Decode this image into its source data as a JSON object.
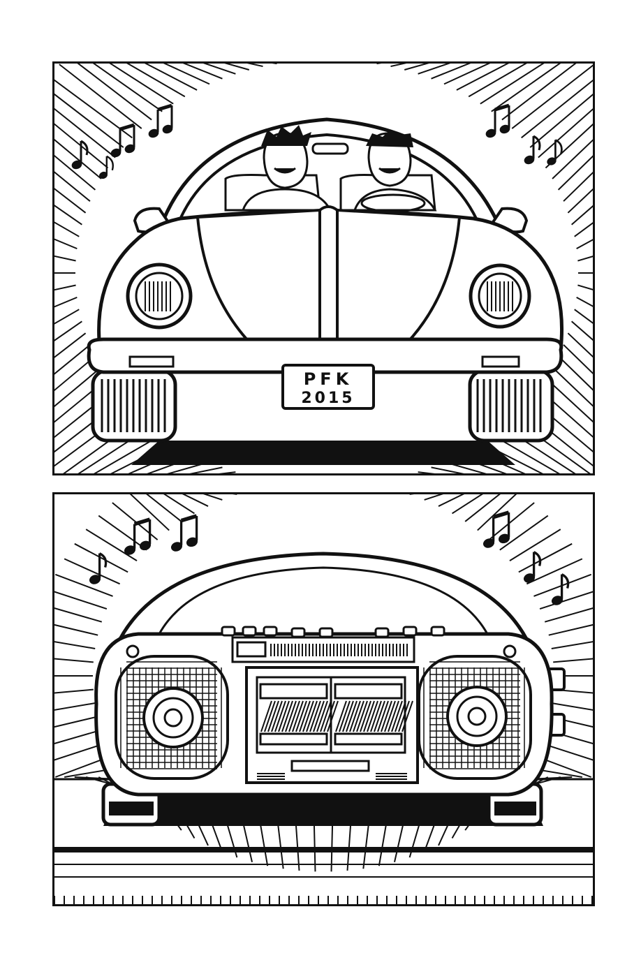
{
  "panels": [
    {
      "name": "panel-1",
      "plate": {
        "line1": "PFK",
        "line2": "2015"
      }
    },
    {
      "name": "panel-2"
    }
  ],
  "colors": {
    "ink": "#111111",
    "paper": "#ffffff"
  },
  "icons": [
    "music-note-icon",
    "speaker-icon",
    "headlight-icon",
    "wheel-icon"
  ]
}
